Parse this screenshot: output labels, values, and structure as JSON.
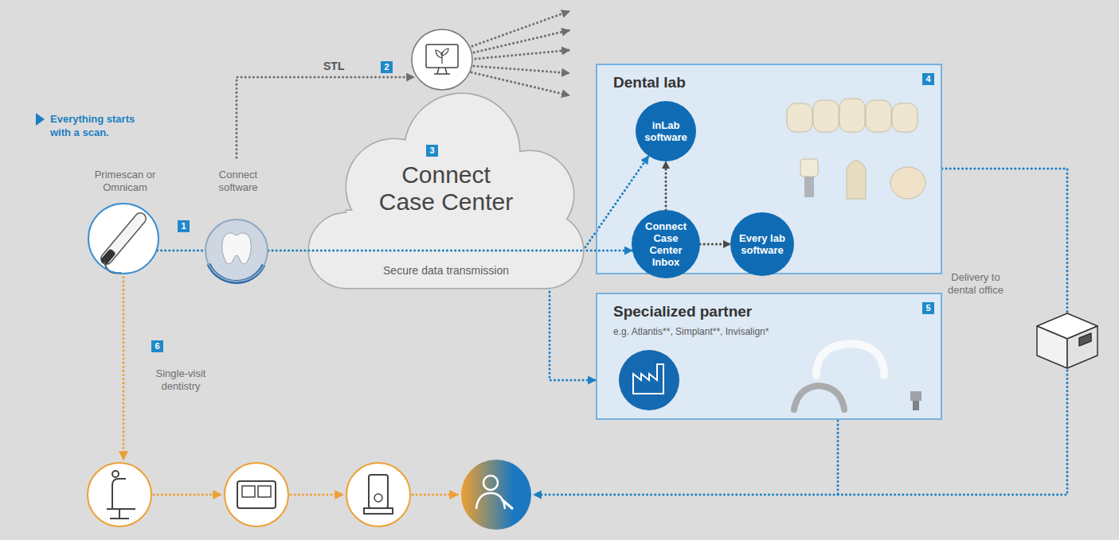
{
  "diagram": {
    "nodes": [
      {
        "text": [
          "Primescan or Omnicam"
        ]
      },
      {
        "text": [
          "Connect software"
        ]
      },
      {
        "text": [
          "Connect Case Center",
          "Secure data transmission"
        ]
      },
      {
        "text": [
          "Dental lab"
        ]
      },
      {
        "text": [
          "inLab software"
        ],
        "in": 3
      },
      {
        "text": [
          "Connect Case Center Inbox"
        ],
        "in": 3
      },
      {
        "text": [
          "Every lab software"
        ],
        "in": 3
      },
      {
        "text": [
          "Specialized partner",
          "e.g. Atlantis**, Simplant**, Invisalign*"
        ]
      },
      {
        "text": [
          "Delivery to dental office"
        ]
      }
    ],
    "edges": [
      {
        "from": 0,
        "to": 1,
        "arrow": "none"
      },
      {
        "from": 1,
        "to": 2,
        "arrow": "none"
      },
      {
        "from": 2,
        "to": 4,
        "arrow": "to"
      },
      {
        "from": 2,
        "to": 5,
        "arrow": "to"
      },
      {
        "from": 2,
        "to": 7,
        "arrow": "to"
      },
      {
        "from": 5,
        "to": 4,
        "arrow": "to"
      },
      {
        "from": 5,
        "to": 6,
        "arrow": "to"
      },
      {
        "from": 3,
        "to": 8,
        "arrow": "none"
      }
    ],
    "labels": [
      "Everything starts with a scan.",
      "1",
      "STL",
      "2",
      "3",
      "4",
      "5",
      "6",
      "Single-visit dentistry"
    ]
  }
}
